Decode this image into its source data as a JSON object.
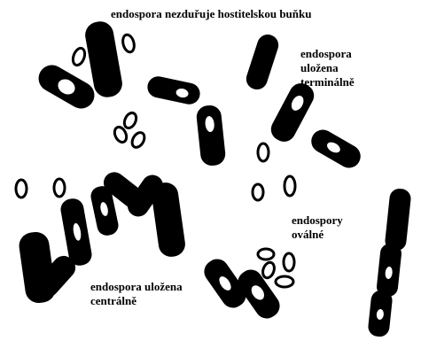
{
  "labels": {
    "top": "endospora nezduřuje hostitelskou buňku",
    "terminal_1": "endospora",
    "terminal_2": "uložena",
    "terminal_3": "terminálně",
    "oval_1": "endospory",
    "oval_2": "oválné",
    "central_1": "endospora uložena",
    "central_2": "centrálně"
  },
  "colors": {
    "cell": "#000000",
    "spore": "#ffffff",
    "background": "#ffffff"
  }
}
